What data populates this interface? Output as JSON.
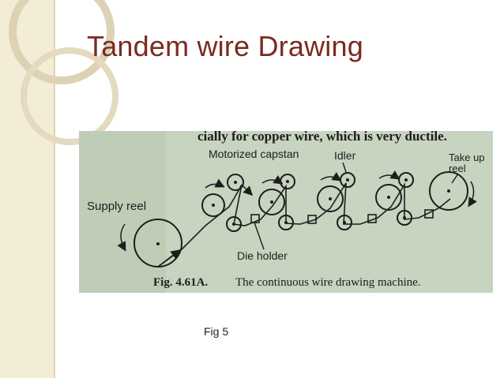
{
  "slide": {
    "title": "Tandem wire Drawing",
    "caption": "Fig 5"
  },
  "figure": {
    "book_text": "cially for copper wire, which is very ductile.",
    "labels": {
      "motorized_capstan": "Motorized capstan",
      "idler": "Idler",
      "take_up_1": "Take up",
      "take_up_2": "reel",
      "supply_reel": "Supply reel",
      "die_holder": "Die holder"
    },
    "fig_number": "Fig. 4.61A.",
    "fig_title": "The continuous wire drawing machine."
  },
  "colors": {
    "title": "#7b2a1f",
    "band": "#f3ecd6",
    "photo_bg": "#c9d6c2"
  }
}
